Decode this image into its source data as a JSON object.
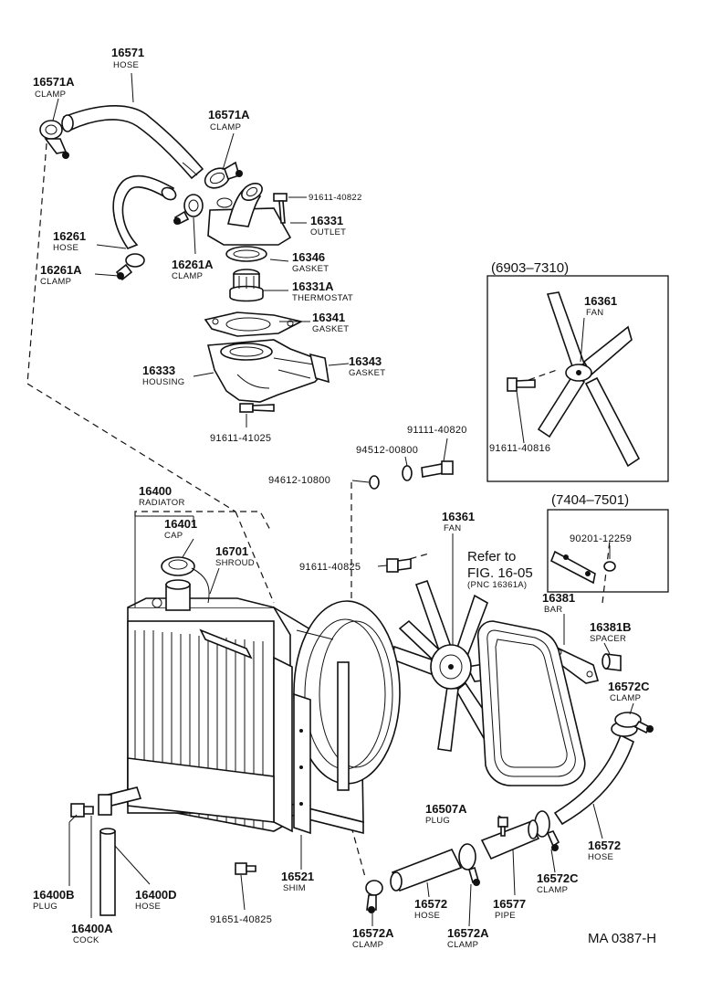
{
  "diagram": {
    "code": "MA 0387-H",
    "fan_box_1_range": "(6903–7310)",
    "fan_box_2_range": "(7404–7501)",
    "refer_note": [
      "Refer to",
      "FIG. 16-05",
      "(PNC 16361A)"
    ],
    "callouts": [
      {
        "id": "hose_16571",
        "num": "16571",
        "label": "HOSE"
      },
      {
        "id": "clamp_16571a_l",
        "num": "16571A",
        "label": "CLAMP"
      },
      {
        "id": "clamp_16571a_r",
        "num": "16571A",
        "label": "CLAMP"
      },
      {
        "id": "bolt_91611_40822",
        "num": "91611-40822",
        "label": ""
      },
      {
        "id": "outlet_16331",
        "num": "16331",
        "label": "OUTLET"
      },
      {
        "id": "hose_16261",
        "num": "16261",
        "label": "HOSE"
      },
      {
        "id": "clamp_16261a_l",
        "num": "16261A",
        "label": "CLAMP"
      },
      {
        "id": "clamp_16261a_r",
        "num": "16261A",
        "label": "CLAMP"
      },
      {
        "id": "gasket_16346",
        "num": "16346",
        "label": "GASKET"
      },
      {
        "id": "thermostat_16331a",
        "num": "16331A",
        "label": "THERMOSTAT"
      },
      {
        "id": "gasket_16341",
        "num": "16341",
        "label": "GASKET"
      },
      {
        "id": "housing_16333",
        "num": "16333",
        "label": "HOUSING"
      },
      {
        "id": "gasket_16343",
        "num": "16343",
        "label": "GASKET"
      },
      {
        "id": "bolt_91611_41025",
        "num": "91611-41025",
        "label": ""
      },
      {
        "id": "fan_16361_a",
        "num": "16361",
        "label": "FAN"
      },
      {
        "id": "bolt_91611_40816",
        "num": "91611-40816",
        "label": ""
      },
      {
        "id": "bolt_91111_40820",
        "num": "91111-40820",
        "label": ""
      },
      {
        "id": "washer_94512_00800",
        "num": "94512-00800",
        "label": ""
      },
      {
        "id": "nut_94612_10800",
        "num": "94612-10800",
        "label": ""
      },
      {
        "id": "radiator_16400",
        "num": "16400",
        "label": "RADIATOR"
      },
      {
        "id": "cap_16401",
        "num": "16401",
        "label": "CAP"
      },
      {
        "id": "shroud_16701",
        "num": "16701",
        "label": "SHROUD"
      },
      {
        "id": "fan_16361_b",
        "num": "16361",
        "label": "FAN"
      },
      {
        "id": "bolt_91611_40825",
        "num": "91611-40825",
        "label": ""
      },
      {
        "id": "washer_90201_12259",
        "num": "90201-12259",
        "label": ""
      },
      {
        "id": "bar_16381",
        "num": "16381",
        "label": "BAR"
      },
      {
        "id": "spacer_16381b",
        "num": "16381B",
        "label": "SPACER"
      },
      {
        "id": "clamp_16572c_t",
        "num": "16572C",
        "label": "CLAMP"
      },
      {
        "id": "plug_16507a",
        "num": "16507A",
        "label": "PLUG"
      },
      {
        "id": "hose_16572_r",
        "num": "16572",
        "label": "HOSE"
      },
      {
        "id": "clamp_16572c_b",
        "num": "16572C",
        "label": "CLAMP"
      },
      {
        "id": "pipe_16577",
        "num": "16577",
        "label": "PIPE"
      },
      {
        "id": "hose_16572_b",
        "num": "16572",
        "label": "HOSE"
      },
      {
        "id": "clamp_16572a_l",
        "num": "16572A",
        "label": "CLAMP"
      },
      {
        "id": "clamp_16572a_r",
        "num": "16572A",
        "label": "CLAMP"
      },
      {
        "id": "shim_16521",
        "num": "16521",
        "label": "SHIM"
      },
      {
        "id": "bolt_91651_40825",
        "num": "91651-40825",
        "label": ""
      },
      {
        "id": "plug_16400b",
        "num": "16400B",
        "label": "PLUG"
      },
      {
        "id": "hose_16400d",
        "num": "16400D",
        "label": "HOSE"
      },
      {
        "id": "cock_16400a",
        "num": "16400A",
        "label": "COCK"
      }
    ]
  }
}
